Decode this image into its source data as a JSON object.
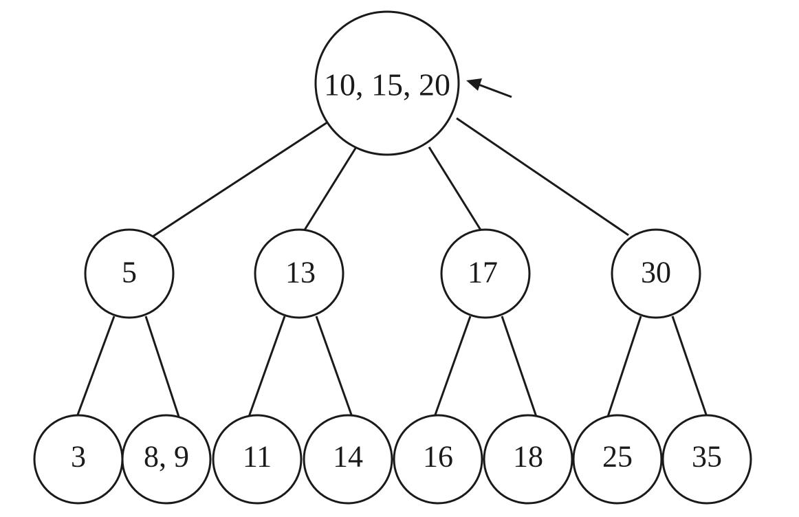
{
  "tree": {
    "root": "10, 15, 20",
    "level2": [
      "5",
      "13",
      "17",
      "30"
    ],
    "leaves": [
      "3",
      "8, 9",
      "11",
      "14",
      "16",
      "18",
      "25",
      "35"
    ]
  }
}
